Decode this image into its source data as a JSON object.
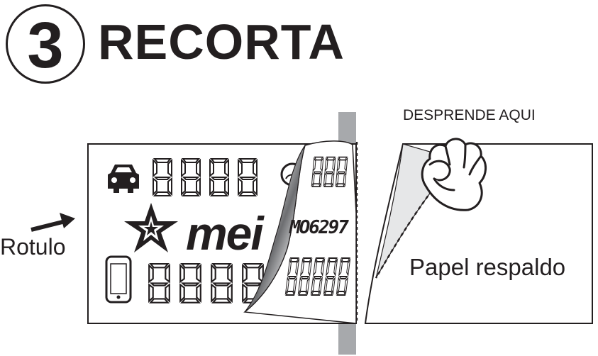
{
  "step": {
    "number": "3",
    "title": "RECORTA"
  },
  "labels": {
    "rotulo": "Rotulo",
    "desprende": "DESPRENDE AQUI",
    "papel": "Papel respaldo"
  },
  "label_card": {
    "logo": "mei",
    "code": "MO6297"
  },
  "icons": [
    "car-icon",
    "phone-icon",
    "speedometer-icon",
    "meitrack-star-logo-icon",
    "hand-icon",
    "arrow-icon"
  ],
  "colors": {
    "ink": "#231f20",
    "cut_strip": "#a7a9ac",
    "backing": "#e6e7e8"
  }
}
